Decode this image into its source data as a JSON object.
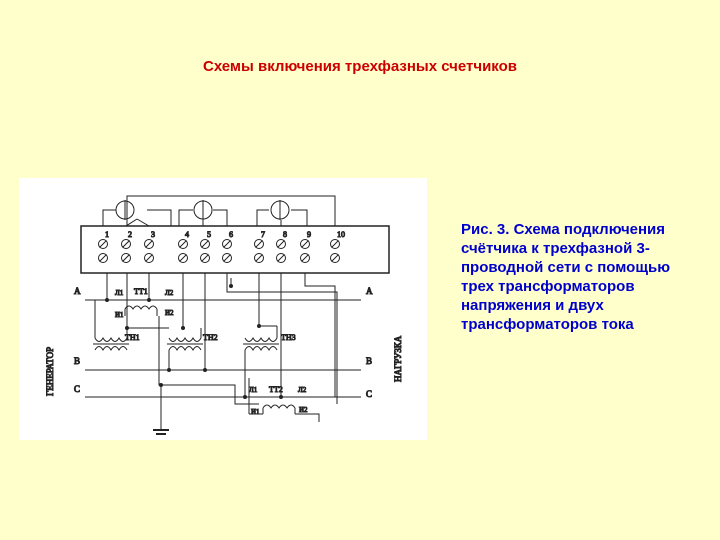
{
  "slide": {
    "title": "Схемы включения трехфазных счетчиков",
    "caption": "Рис. 3. Схема подключения счётчика к трехфазной 3-проводной сети с помощью трех трансформаторов напряжения и двух трансформаторов тока"
  },
  "diagram": {
    "terminals": [
      "1",
      "2",
      "3",
      "4",
      "5",
      "6",
      "7",
      "8",
      "9",
      "10"
    ],
    "phases": {
      "a": "A",
      "b": "B",
      "c": "C"
    },
    "side_left": "ГЕНЕРАТОР",
    "side_right": "НАГРУЗКА",
    "tt1": {
      "name": "ТТ1",
      "l1": "Л1",
      "l2": "Л2",
      "i1": "И1",
      "i2": "И2"
    },
    "tt2": {
      "name": "ТТ2",
      "l1": "Л1",
      "l2": "Л2",
      "i1": "И1",
      "i2": "И2"
    },
    "tn": [
      "ТН1",
      "ТН2",
      "ТН3"
    ]
  },
  "colors": {
    "background": "#ffffcc",
    "title": "#cc0000",
    "caption": "#0000cc"
  }
}
